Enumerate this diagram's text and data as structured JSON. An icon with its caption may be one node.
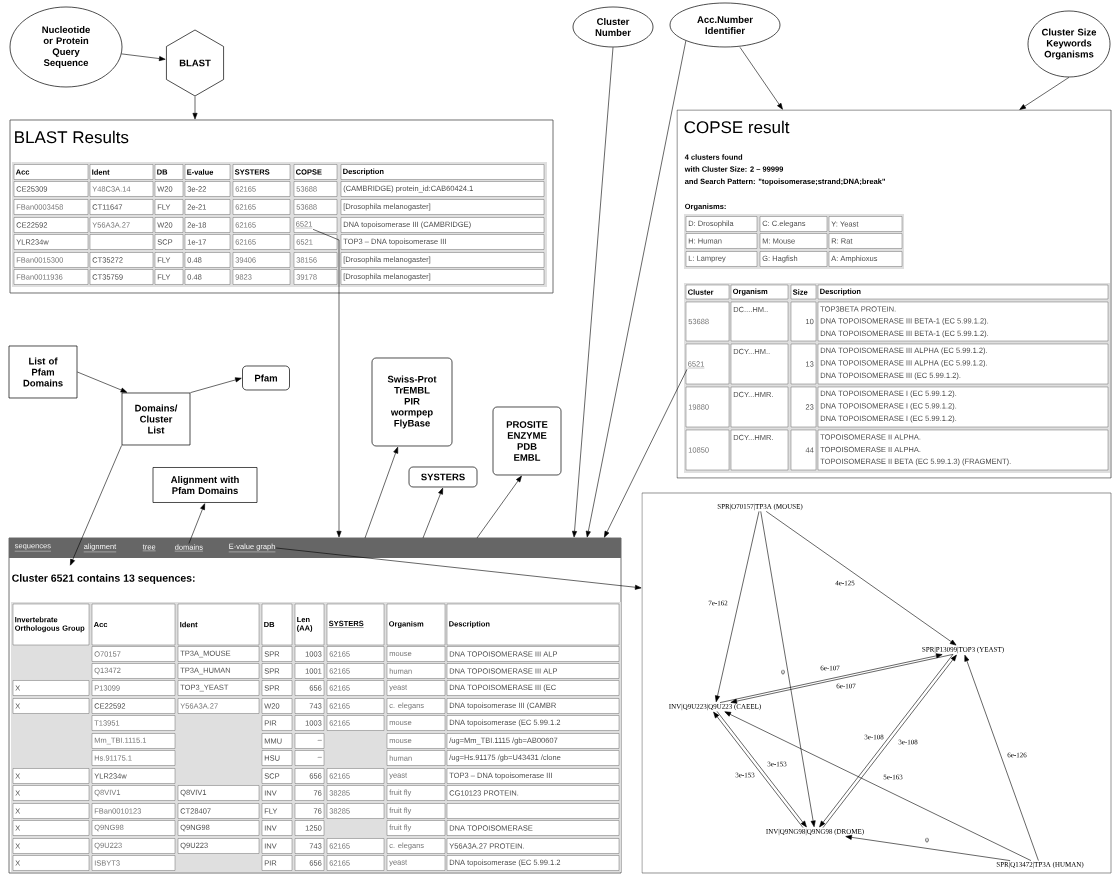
{
  "diagram": {
    "nodes": [
      {
        "text": [
          "Nucleotide or Protein Query Sequence"
        ]
      },
      {
        "text": [
          "BLAST"
        ]
      },
      {
        "text": [
          "BLAST Results"
        ]
      },
      {
        "text": [
          "6521"
        ],
        "in": 2
      },
      {
        "text": [
          "List of Pfam Domains"
        ]
      },
      {
        "text": [
          "Pfam"
        ]
      },
      {
        "text": [
          "Domains/ Cluster List"
        ]
      },
      {
        "text": [
          "Alignment with Pfam Domains"
        ]
      },
      {
        "text": [
          "Swiss-Prot",
          "TrEMBL",
          "PIR",
          "wormpep",
          "FlyBase"
        ]
      },
      {
        "text": [
          "SYSTERS"
        ]
      },
      {
        "text": [
          "PROSITE",
          "ENZYME",
          "PDB",
          "EMBL"
        ]
      },
      {
        "text": [
          "Cluster Number"
        ]
      },
      {
        "text": [
          "Acc.Number Identifier"
        ]
      },
      {
        "text": [
          "Cluster Size",
          "Keywords",
          "Organisms"
        ]
      },
      {
        "text": [
          "COPSE result",
          "4 clusters found",
          "with Cluster Size: 2 – 99999",
          "and Search Pattern: \"topoisomerase;strand;DNA;break\""
        ]
      },
      {
        "text": [
          "6521"
        ],
        "in": 14
      },
      {
        "text": [
          "Cluster 6521 contains 13 sequences:"
        ]
      },
      {
        "text": [
          "domains"
        ],
        "in": 16
      },
      {
        "text": [
          "E-value graph"
        ],
        "in": 16
      },
      {
        "text": [],
        "shape": "box"
      },
      {
        "text": [
          "SPR|O70157|TP3A (MOUSE)"
        ],
        "in": 19
      },
      {
        "text": [
          "SPR|P13099|TOP3 (YEAST)"
        ],
        "in": 19
      },
      {
        "text": [
          "INV|Q9U223|Q9U223 (CAEEL)"
        ],
        "in": 19
      },
      {
        "text": [
          "INV|Q9NG98|Q9NG98 (DROME)"
        ],
        "in": 19
      },
      {
        "text": [
          "SPR|Q13472|TP3A (HUMAN)"
        ],
        "in": 19
      }
    ],
    "edges": [
      {
        "from": 0,
        "to": 1,
        "arrow": "to"
      },
      {
        "from": 1,
        "to": 2,
        "arrow": "to"
      },
      {
        "from": 4,
        "to": 6,
        "arrow": "to"
      },
      {
        "from": 6,
        "to": 5,
        "arrow": "to"
      },
      {
        "from": 6,
        "to": 16,
        "arrow": "to"
      },
      {
        "from": 17,
        "to": 7,
        "arrow": "to"
      },
      {
        "from": 3,
        "to": 16,
        "arrow": "to"
      },
      {
        "from": 16,
        "to": 8,
        "arrow": "to"
      },
      {
        "from": 16,
        "to": 9,
        "arrow": "to"
      },
      {
        "from": 16,
        "to": 10,
        "arrow": "to"
      },
      {
        "from": 11,
        "to": 16,
        "arrow": "to"
      },
      {
        "from": 12,
        "to": 16,
        "arrow": "to"
      },
      {
        "from": 12,
        "to": 14,
        "arrow": "to"
      },
      {
        "from": 13,
        "to": 14,
        "arrow": "to"
      },
      {
        "from": 15,
        "to": 16,
        "arrow": "to"
      },
      {
        "from": 18,
        "to": 19,
        "arrow": "to"
      },
      {
        "from": 20,
        "to": 22,
        "arrow": "to",
        "label": "7e-162"
      },
      {
        "from": 20,
        "to": 23,
        "arrow": "to",
        "label": "0"
      },
      {
        "from": 20,
        "to": 21,
        "arrow": "to",
        "label": "4e-125"
      },
      {
        "from": 22,
        "to": 21,
        "arrow": "to",
        "label": "6e-107"
      },
      {
        "from": 21,
        "to": 22,
        "arrow": "to",
        "label": "6e-107"
      },
      {
        "from": 23,
        "to": 21,
        "arrow": "to",
        "label": "3e-108"
      },
      {
        "from": 21,
        "to": 23,
        "arrow": "to",
        "label": "3e-108"
      },
      {
        "from": 22,
        "to": 23,
        "arrow": "to",
        "label": "3e-153"
      },
      {
        "from": 23,
        "to": 22,
        "arrow": "to",
        "label": "3e-153"
      },
      {
        "from": 24,
        "to": 22,
        "arrow": "to",
        "label": "5e-163"
      },
      {
        "from": 24,
        "to": 21,
        "arrow": "to",
        "label": "6e-126"
      },
      {
        "from": 24,
        "to": 23,
        "arrow": "to",
        "label": "0"
      }
    ],
    "labels": [
      "Acc",
      "Ident",
      "DB",
      "E-value",
      "SYSTERS",
      "COPSE",
      "Description",
      "CE25309",
      "Y48C3A.14",
      "W20",
      "3e-22",
      "62165",
      "53688",
      "(CAMBRIDGE) protein_id:CAB60424.1",
      "FBan0003458",
      "CT11647",
      "FLY",
      "2e-21",
      "62165",
      "53688",
      "[Drosophila melanogaster]",
      "CE22592",
      "Y56A3A.27",
      "W20",
      "2e-18",
      "62165",
      "DNA topoisomerase III (CAMBRIDGE)",
      "YLR234w",
      "SCP",
      "1e-17",
      "62165",
      "6521",
      "TOP3 – DNA topoisomerase III",
      "FBan0015300",
      "CT35272",
      "FLY",
      "0.48",
      "39406",
      "38156",
      "[Drosophila melanogaster]",
      "FBan0011936",
      "CT35759",
      "FLY",
      "0.48",
      "9823",
      "39178",
      "[Drosophila melanogaster]",
      "Organisms:",
      "D: Drosophila",
      "C: C.elegans",
      "Y: Yeast",
      "H: Human",
      "M: Mouse",
      "R: Rat",
      "L: Lamprey",
      "G: Hagfish",
      "A: Amphioxus",
      "Cluster",
      "Organism",
      "Size",
      "Description",
      "53688",
      "DC....HM..",
      "10",
      "TOP3BETA PROTEIN.",
      "DNA TOPOISOMERASE III BETA-1 (EC 5.99.1.2).",
      "DNA TOPOISOMERASE III BETA-1 (EC 5.99.1.2).",
      "DCY...HM..",
      "13",
      "DNA TOPOISOMERASE III ALPHA (EC 5.99.1.2).",
      "DNA TOPOISOMERASE III ALPHA (EC 5.99.1.2).",
      "DNA TOPOISOMERASE III (EC 5.99.1.2).",
      "19880",
      "DCY...HMR.",
      "23",
      "DNA TOPOISOMERASE I (EC 5.99.1.2).",
      "DNA TOPOISOMERASE I (EC 5.99.1.2).",
      "DNA TOPOISOMERASE I (EC 5.99.1.2).",
      "10850",
      "DCY...HMR.",
      "44",
      "TOPOISOMERASE II ALPHA.",
      "TOPOISOMERASE II ALPHA.",
      "TOPOISOMERASE II BETA (EC 5.99.1.3) (FRAGMENT).",
      "sequences",
      "alignment",
      "tree",
      "Invertebrate Orthologous Group",
      "Acc",
      "Ident",
      "DB",
      "Len (AA)",
      "SYSTERS",
      "Organism",
      "Description",
      "O70157",
      "TP3A_MOUSE",
      "SPR",
      "1003",
      "62165",
      "mouse",
      "DNA TOPOISOMERASE III ALP",
      "Q13472",
      "TP3A_HUMAN",
      "SPR",
      "1001",
      "62165",
      "human",
      "DNA TOPOISOMERASE III ALP",
      "X",
      "P13099",
      "TOP3_YEAST",
      "SPR",
      "656",
      "62165",
      "yeast",
      "DNA TOPOISOMERASE III (EC",
      "X",
      "CE22592",
      "Y56A3A.27",
      "W20",
      "743",
      "62165",
      "c. elegans",
      "DNA topoisomerase III (CAMBR",
      "T13951",
      "PIR",
      "1003",
      "62165",
      "mouse",
      "DNA topoisomerase (EC 5.99.1.2",
      "Mm_TBI.1115.1",
      "MMU",
      "–",
      "mouse",
      "/ug=Mm_TBI.1115 /gb=AB00607",
      "Hs.91175.1",
      "HSU",
      "–",
      "human",
      "/ug=Hs.91175 /gb=U43431 /clone",
      "X",
      "YLR234w",
      "SCP",
      "656",
      "62165",
      "yeast",
      "TOP3 – DNA topoisomerase III",
      "X",
      "Q8VIV1",
      "Q8VIV1",
      "INV",
      "76",
      "38285",
      "fruit fly",
      "CG10123 PROTEIN.",
      "X",
      "FBan0010123",
      "CT28407",
      "FLY",
      "76",
      "38285",
      "fruit fly",
      "X",
      "Q9NG98",
      "Q9NG98",
      "INV",
      "1250",
      "fruit fly",
      "DNA TOPOISOMERASE",
      "X",
      "Q9U223",
      "Q9U223",
      "INV",
      "743",
      "62165",
      "c. elegans",
      "Y56A3A.27 PROTEIN.",
      "X",
      "ISBYT3",
      "PIR",
      "656",
      "62165",
      "yeast",
      "DNA topoisomerase (EC 5.99.1.2"
    ]
  }
}
